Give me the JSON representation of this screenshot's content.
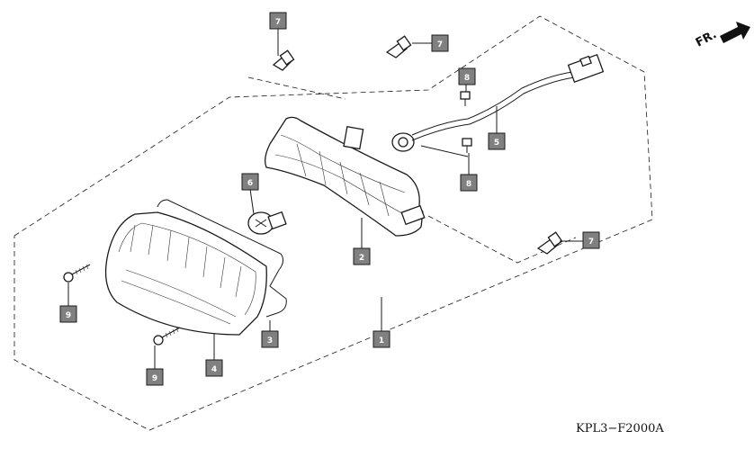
{
  "diagram_code": "KPL3−F2000A",
  "direction_label": "FR.",
  "callouts": [
    {
      "id": "c7a",
      "label": "7"
    },
    {
      "id": "c7b",
      "label": "7"
    },
    {
      "id": "c7c",
      "label": "7"
    },
    {
      "id": "c8a",
      "label": "8"
    },
    {
      "id": "c8b",
      "label": "8"
    },
    {
      "id": "c5",
      "label": "5"
    },
    {
      "id": "c6",
      "label": "6"
    },
    {
      "id": "c2",
      "label": "2"
    },
    {
      "id": "c1",
      "label": "1"
    },
    {
      "id": "c3",
      "label": "3"
    },
    {
      "id": "c4",
      "label": "4"
    },
    {
      "id": "c9a",
      "label": "9"
    },
    {
      "id": "c9b",
      "label": "9"
    }
  ]
}
